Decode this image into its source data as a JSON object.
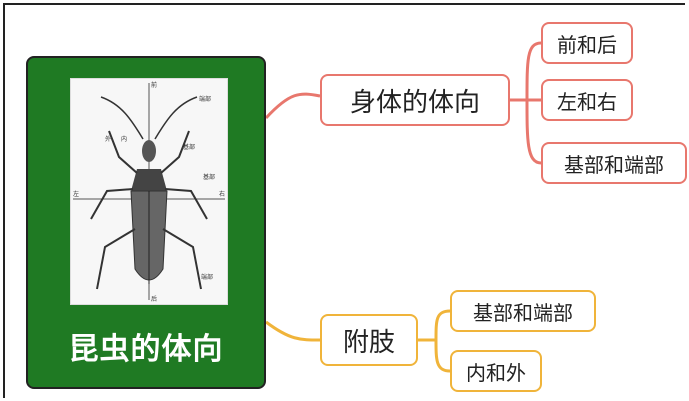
{
  "root": {
    "title": "昆虫的体向"
  },
  "insect_labels": {
    "top": "前",
    "bottom": "后",
    "left": "左",
    "right": "右",
    "inner": "内",
    "outer": "外",
    "base": "基部",
    "tip": "端部"
  },
  "branches": [
    {
      "label": "身体的体向",
      "color": "#e8776d",
      "children": [
        "前和后",
        "左和右",
        "基部和端部"
      ]
    },
    {
      "label": "附肢",
      "color": "#f0b43a",
      "children": [
        "基部和端部",
        "内和外"
      ]
    }
  ]
}
